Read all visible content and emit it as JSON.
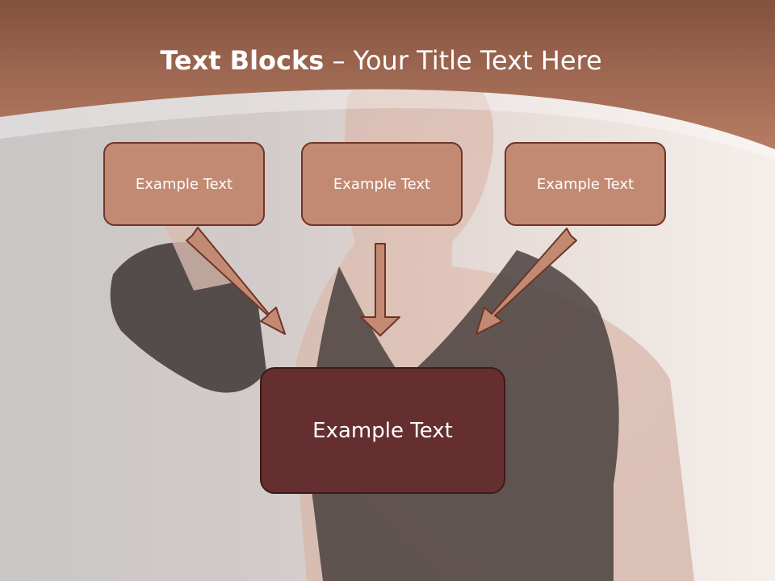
{
  "slide": {
    "title_bold": "Text Blocks",
    "title_dash": "–",
    "title_rest": "Your Title Text Here"
  },
  "diagram": {
    "source_boxes": [
      {
        "label": "Example Text"
      },
      {
        "label": "Example Text"
      },
      {
        "label": "Example Text"
      }
    ],
    "target_box": {
      "label": "Example Text"
    }
  },
  "colors": {
    "header": "#b07158",
    "source_box_fill": "#c28a72",
    "source_box_border": "#6e3526",
    "target_box_fill": "#662f2f",
    "arrow_fill": "#c28a72",
    "arrow_outline": "#6e3526"
  }
}
